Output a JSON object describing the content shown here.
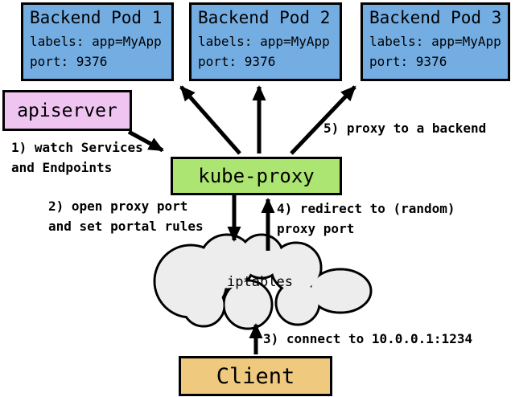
{
  "nodes": {
    "pod1": {
      "title": "Backend Pod 1",
      "labels": "labels: app=MyApp",
      "port": "port: 9376"
    },
    "pod2": {
      "title": "Backend Pod 2",
      "labels": "labels: app=MyApp",
      "port": "port: 9376"
    },
    "pod3": {
      "title": "Backend Pod 3",
      "labels": "labels: app=MyApp",
      "port": "port: 9376"
    },
    "apiserver": {
      "title": "apiserver"
    },
    "kube_proxy": {
      "title": "kube-proxy"
    },
    "iptables": {
      "title": "iptables"
    },
    "client": {
      "title": "Client"
    }
  },
  "steps": {
    "step1": "1) watch Services\nand Endpoints",
    "step2": "2) open proxy port\nand set portal rules",
    "step3": "3) connect to 10.0.0.1:1234",
    "step4": "4) redirect to (random)\nproxy port",
    "step5": "5) proxy to a backend"
  },
  "colors": {
    "pod-fill": "#74ADE2",
    "apiserver-fill": "#EFC4F1",
    "kube-proxy-fill": "#ACE571",
    "client-fill": "#EFC97E",
    "cloud-fill": "#EDEDED",
    "line": "#000000",
    "background": "#FFFFFF"
  }
}
